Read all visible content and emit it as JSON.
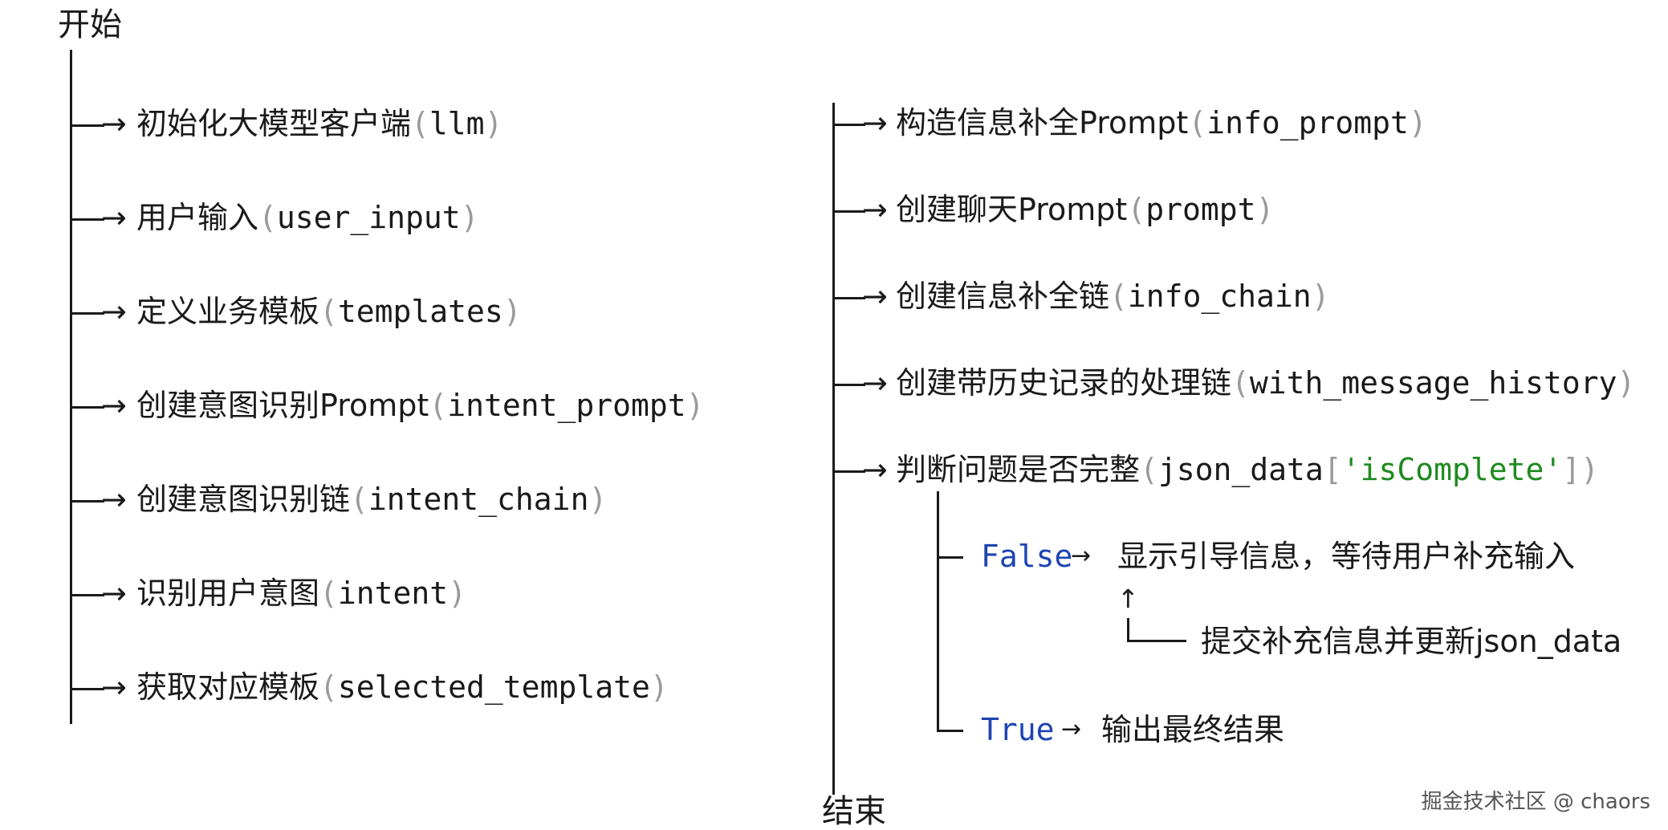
{
  "start": "开始",
  "end": "结束",
  "arrow_glyph": "→",
  "left_steps": [
    {
      "text": "初始化大模型客户端",
      "var": "llm"
    },
    {
      "text": "用户输入",
      "var": "user_input"
    },
    {
      "text": "定义业务模板",
      "var": "templates"
    },
    {
      "text": "创建意图识别Prompt",
      "var": "intent_prompt"
    },
    {
      "text": "创建意图识别链",
      "var": "intent_chain"
    },
    {
      "text": "识别用户意图",
      "var": "intent"
    },
    {
      "text": "获取对应模板",
      "var": "selected_template"
    }
  ],
  "right_steps": [
    {
      "text": "构造信息补全Prompt",
      "var": "info_prompt"
    },
    {
      "text": "创建聊天Prompt",
      "var": "prompt"
    },
    {
      "text": "创建信息补全链",
      "var": "info_chain"
    },
    {
      "text": "创建带历史记录的处理链",
      "var": "with_message_history"
    },
    {
      "text": "判断问题是否完整",
      "var": "json_data",
      "key": "'isComplete'"
    }
  ],
  "branches": {
    "false_label": "False",
    "false_action": "显示引导信息，等待用户补充输入",
    "up_arrow": "↑",
    "feedback": "提交补充信息并更新json_data",
    "true_label": "True",
    "true_action": "输出最终结果"
  },
  "watermark": "掘金技术社区 @ chaors"
}
